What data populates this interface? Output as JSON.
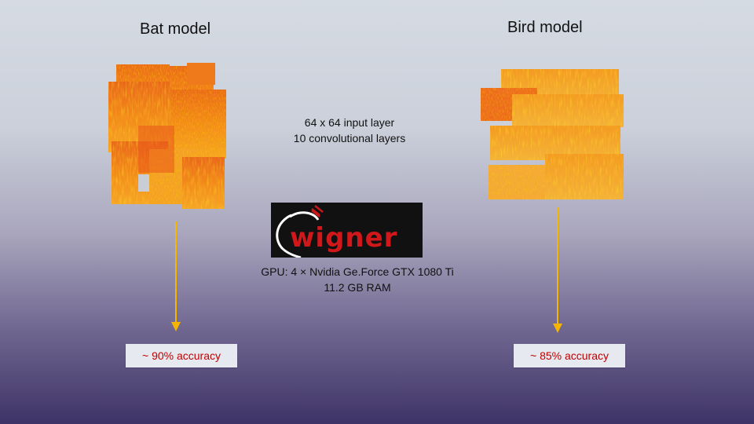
{
  "bat": {
    "title": "Bat model",
    "accuracy": "~ 90% accuracy"
  },
  "bird": {
    "title": "Bird model",
    "accuracy": "~ 85% accuracy"
  },
  "network": {
    "line1": "64 x 64 input layer",
    "line2": "10 convolutional layers"
  },
  "hardware": {
    "line1": "GPU: 4 × Nvidia Ge.Force GTX 1080 Ti",
    "line2": "11.2 GB RAM"
  },
  "logo": {
    "text": "wigner"
  },
  "colors": {
    "arrow": "#f5b400",
    "accuracy_text": "#c00000",
    "spectrogram_hot": "#f0a000",
    "spectrogram_base": "#e83a10"
  }
}
